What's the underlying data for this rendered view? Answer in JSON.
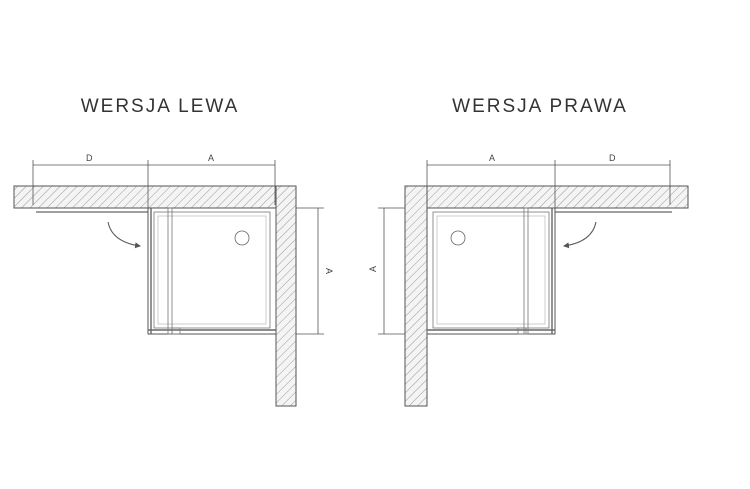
{
  "left": {
    "title": "WERSJA LEWA",
    "dim_width": "A",
    "dim_depth": "A",
    "dim_door": "D"
  },
  "right": {
    "title": "WERSJA PRAWA",
    "dim_width": "A",
    "dim_depth": "A",
    "dim_door": "D"
  },
  "colors": {
    "line": "#555555",
    "hatch": "#9a9a9a",
    "wall_fill": "#f4f4f4"
  }
}
